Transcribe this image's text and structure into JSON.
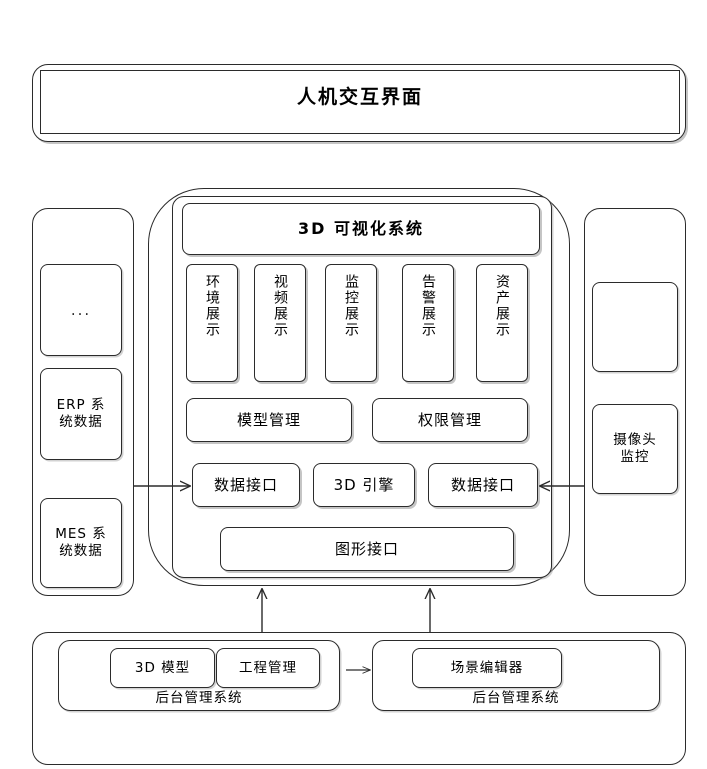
{
  "diagram": {
    "title_bar": {
      "label": "人机交互界面"
    },
    "left_panel": {
      "name": "data-source-panel",
      "items": [
        {
          "label": "...",
          "is_ellipsis": true
        },
        {
          "label": "ERP 系\n统数据",
          "is_ellipsis": false
        },
        {
          "label": "MES 系\n统数据",
          "is_ellipsis": false
        }
      ]
    },
    "right_panel": {
      "name": "device-source-panel",
      "items": [
        {
          "label": "",
          "is_empty": true
        },
        {
          "label": "摄像头\n监控",
          "is_empty": false
        }
      ]
    },
    "center": {
      "visualization_system": "3D 可视化系统",
      "display_modules": [
        "环境展示",
        "视频展示",
        "监控展示",
        "告警展示",
        "资产展示"
      ],
      "management_modules": [
        "模型管理",
        "权限管理"
      ],
      "interface_modules": [
        "数据接口",
        "3D 引擎",
        "数据接口"
      ],
      "graphics_interface": "图形接口"
    },
    "bottom": {
      "left_group": {
        "modules": [
          "3D 模型",
          "工程管理"
        ],
        "caption": "后台管理系统"
      },
      "right_group": {
        "modules": [
          "场景编辑器"
        ],
        "caption": "后台管理系统"
      }
    },
    "connectors": [
      {
        "name": "left-data-to-interface",
        "direction": "right"
      },
      {
        "name": "right-camera-to-interface",
        "direction": "left"
      },
      {
        "name": "backend-left-to-center",
        "direction": "up"
      },
      {
        "name": "backend-right-to-center",
        "direction": "up"
      },
      {
        "name": "backend-left-to-backend-right",
        "direction": "right"
      }
    ],
    "colors": {
      "stroke": "#2b2b2b",
      "background": "#ffffff",
      "shadow": "#969696"
    }
  }
}
